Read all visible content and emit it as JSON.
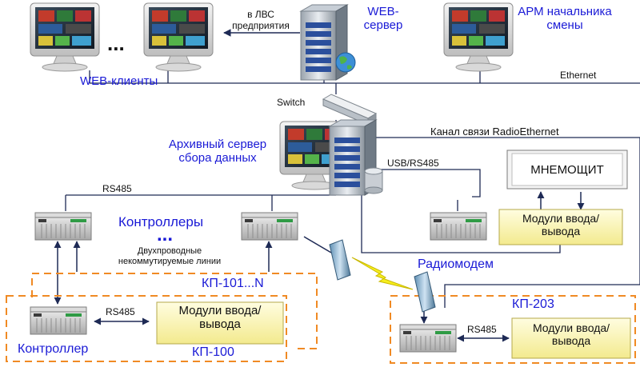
{
  "labels": {
    "web_clients": "WEB-клиенты",
    "ellipsis_clients": "...",
    "lan_arrow": "в ЛВС\nпредприятия",
    "web_server": "WEB-\nсервер",
    "arm": "АРМ начальника\nсмены",
    "ethernet": "Ethernet",
    "switch": "Switch",
    "radio_channel": "Канал связи RadioEthernet",
    "archive_server": "Архивный сервер\nсбора данных",
    "usb_rs485": "USB/RS485",
    "mnemo": "МНЕМОЩИТ",
    "io_modules_mnemo": "Модули ввода/\nвывода",
    "rs485_top": "RS485",
    "controllers": "Контроллеры",
    "ellipsis_controllers": "...",
    "two_wire": "Двухпроводные\nнекоммутируемые линии",
    "radiomodem": "Радиомодем",
    "kp101": "КП-101...N",
    "kp100": "КП-100",
    "kp203": "КП-203",
    "controller": "Контроллер",
    "rs485_kp100": "RS485",
    "io_modules_kp100": "Модули ввода/\nвывода",
    "rs485_kp203": "RS485",
    "io_modules_kp203": "Модули ввода/\nвывода"
  },
  "colors": {
    "accent_blue": "#1a1ad6",
    "dashed_orange": "#f08a24",
    "line_dark": "#1e2a55",
    "module_yellow": "#fff9b0",
    "module_yellow_dark": "#ece27a",
    "mnemo_bg": "#ffffff",
    "radio_bolt": "#f6ee1e"
  },
  "icons": {
    "web_client_1": "monitor-icon",
    "web_client_2": "monitor-icon",
    "web_server": "server-tower-icon",
    "arm_workstation": "monitor-icon",
    "switch": "network-switch-icon",
    "archive_monitor": "monitor-icon",
    "archive_server": "server-tower-icon",
    "database": "database-icon",
    "controller_rack": "plc-rack-icon",
    "radiomodem": "radio-antenna-icon",
    "radio_link": "lightning-bolt-icon"
  }
}
